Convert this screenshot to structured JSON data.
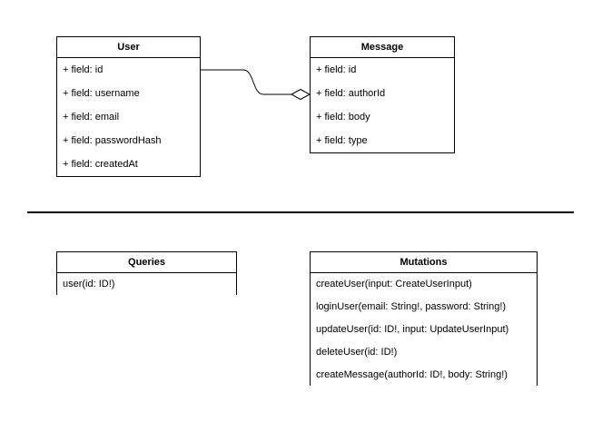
{
  "diagram": {
    "background_color": "#ffffff",
    "line_color": "#000000",
    "divider": {
      "name": "section-divider"
    },
    "entities": [
      {
        "id": "user",
        "title": "User",
        "rows": [
          "+ field: id",
          "+ field: username",
          "+ field: email",
          "+ field: passwordHash",
          "+ field: createdAt"
        ]
      },
      {
        "id": "message",
        "title": "Message",
        "rows": [
          "+ field: id",
          "+ field: authorId",
          "+ field: body",
          "+ field: type"
        ]
      }
    ],
    "operations": [
      {
        "id": "queries",
        "title": "Queries",
        "rows": [
          "user(id: ID!)"
        ]
      },
      {
        "id": "mutations",
        "title": "Mutations",
        "rows": [
          "createUser(input: CreateUserInput)",
          "loginUser(email: String!, password: String!)",
          "updateUser(id: ID!, input: UpdateUserInput)",
          "deleteUser(id: ID!)",
          "createMessage(authorId: ID!, body: String!)"
        ]
      }
    ],
    "relationship": {
      "id": "user-message-association",
      "from": "user",
      "to": "message",
      "end_marker": "open-diamond"
    }
  }
}
